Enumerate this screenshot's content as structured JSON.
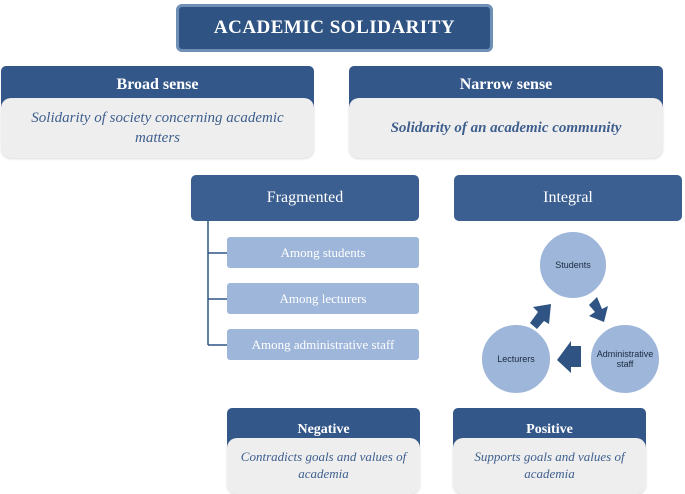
{
  "title": "ACADEMIC SOLIDARITY",
  "broad": {
    "label": "Broad sense",
    "description": "Solidarity of society concerning academic matters"
  },
  "narrow": {
    "label": "Narrow sense",
    "description": "Solidarity of an academic community"
  },
  "fragmented": {
    "label": "Fragmented",
    "items": [
      "Among students",
      "Among lecturers",
      "Among administrative staff"
    ]
  },
  "integral": {
    "label": "Integral",
    "cycle": [
      "Students",
      "Administrative staff",
      "Lecturers"
    ]
  },
  "negative": {
    "label": "Negative",
    "description": "Contradicts goals and values of academia"
  },
  "positive": {
    "label": "Positive",
    "description": "Supports goals and values of academia"
  },
  "colors": {
    "dark_blue": "#34578a",
    "light_blue": "#9db6d9",
    "card_bg": "#eeeeee",
    "text_blue": "#3e5f8e"
  }
}
